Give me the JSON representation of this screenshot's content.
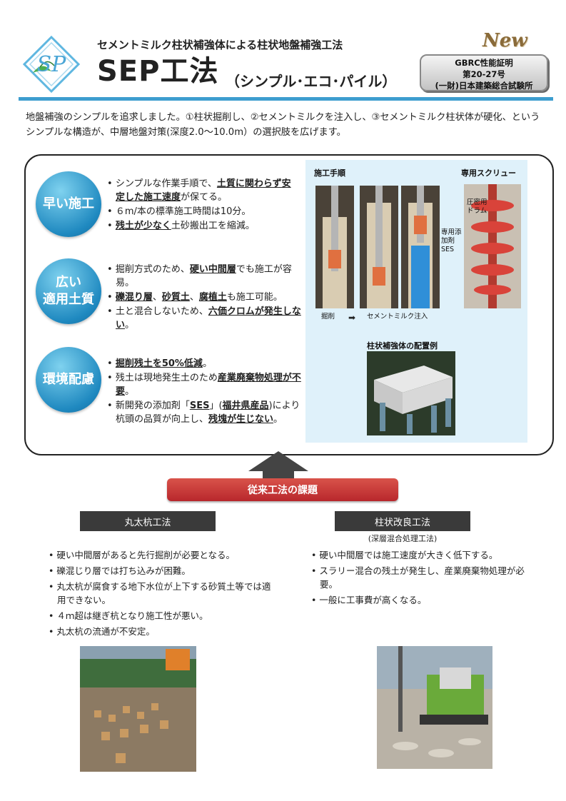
{
  "header": {
    "logo_text": "SP",
    "subtitle": "セメントミルク柱状補強体による柱状地盤補強工法",
    "title_main": "SEP工法",
    "title_paren": "（シンプル･エコ･パイル）",
    "new_label": "New",
    "badge_lines": [
      "GBRC性能証明",
      "第20-27号",
      "(一財)日本建築総合試験所"
    ]
  },
  "intro": "地盤補強のシンプルを追求しました。①柱状掘削し、②セメントミルクを注入し、③セメントミルク柱状体が硬化、というシンプルな構造が、中層地盤対策(深度2.0～10.0m）の選択肢を広げます。",
  "features": [
    {
      "circle_lines": [
        "早い施工"
      ],
      "bullets": [
        [
          {
            "t": "シンプルな作業手順で、"
          },
          {
            "t": "土質に関わらず安定した施工速度",
            "em": true
          },
          {
            "t": "が保てる。"
          }
        ],
        [
          {
            "t": "６m/本の標準施工時間は10分。"
          }
        ],
        [
          {
            "t": "残土が少なく",
            "em": true
          },
          {
            "t": "土砂搬出工を縮減。"
          }
        ]
      ]
    },
    {
      "circle_lines": [
        "広い",
        "適用土質"
      ],
      "bullets": [
        [
          {
            "t": "掘削方式のため、"
          },
          {
            "t": "硬い中間層",
            "em": true
          },
          {
            "t": "でも施工が容易。"
          }
        ],
        [
          {
            "t": "礫混り層",
            "em": true
          },
          {
            "t": "、"
          },
          {
            "t": "砂質土",
            "em": true
          },
          {
            "t": "、"
          },
          {
            "t": "腐植土",
            "em": true
          },
          {
            "t": "も施工可能。"
          }
        ],
        [
          {
            "t": "土と混合しないため、"
          },
          {
            "t": "六価クロムが発生しない",
            "em": true
          },
          {
            "t": "。"
          }
        ]
      ]
    },
    {
      "circle_lines": [
        "環境配慮"
      ],
      "bullets": [
        [
          {
            "t": "掘削残土を50%低減",
            "em": true
          },
          {
            "t": "。"
          }
        ],
        [
          {
            "t": "残土は現地発生土のため"
          },
          {
            "t": "産業廃棄物処理が不要",
            "em": true
          },
          {
            "t": "。"
          }
        ],
        [
          {
            "t": "新開発の添加剤「"
          },
          {
            "t": "SES",
            "em": true
          },
          {
            "t": "」("
          },
          {
            "t": "福井県産品",
            "em": true
          },
          {
            "t": ")により杭頭の品質が向上し、"
          },
          {
            "t": "残塊が生じない",
            "em": true
          },
          {
            "t": "。"
          }
        ]
      ]
    }
  ],
  "diagram": {
    "procedure_label": "施工手順",
    "screw_label": "専用スクリュー",
    "drum_label": "圧密用ドラム",
    "additive_label": "専用添加剤SES",
    "step_excavate": "掘削",
    "step_inject": "セメントミルク注入",
    "layout_label": "柱状補強体の配置例"
  },
  "conventional_banner": "従来工法の課題",
  "methods": [
    {
      "name": "丸太杭工法",
      "note": "",
      "bullets": [
        "硬い中間層があると先行掘削が必要となる。",
        "礫混じり層では打ち込みが困難。",
        "丸太杭が腐食する地下水位が上下する砂質土等では適用できない。",
        "４ｍ超は継ぎ杭となり施工性が悪い。",
        "丸太杭の流通が不安定。"
      ]
    },
    {
      "name": "柱状改良工法",
      "note": "(深層混合処理工法)",
      "bullets": [
        "硬い中間層では施工速度が大きく低下する。",
        "スラリー混合の残土が発生し、産業廃棄物処理が必要。",
        "一般に工事費が高くなる。"
      ]
    }
  ],
  "colors": {
    "accent_blue": "#3d9dcf",
    "banner_red": "#c0392b",
    "screw_red": "#d9433a"
  }
}
